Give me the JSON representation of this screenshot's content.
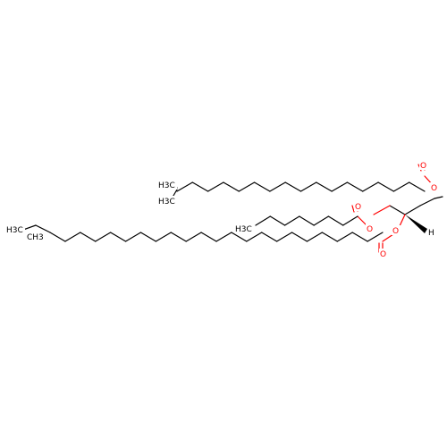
{
  "colors": {
    "carbon": "#000000",
    "oxygen": "#ff0000",
    "background": "#ffffff"
  },
  "labels": {
    "o_ester1_carbonyl": "O",
    "o_ester1_link": "O",
    "o_ester2_carbonyl": "O",
    "o_ester2_link": "O",
    "o_ester3_carbonyl": "O",
    "o_ester3_link": "O",
    "h_stereo": "H",
    "ch3_iso_top": "H3C",
    "ch3_iso_bottom": "H3C",
    "ch3_octanoyl": "H3C",
    "ch3_ethyl": "H3C",
    "ch3_branch": "CH3"
  }
}
